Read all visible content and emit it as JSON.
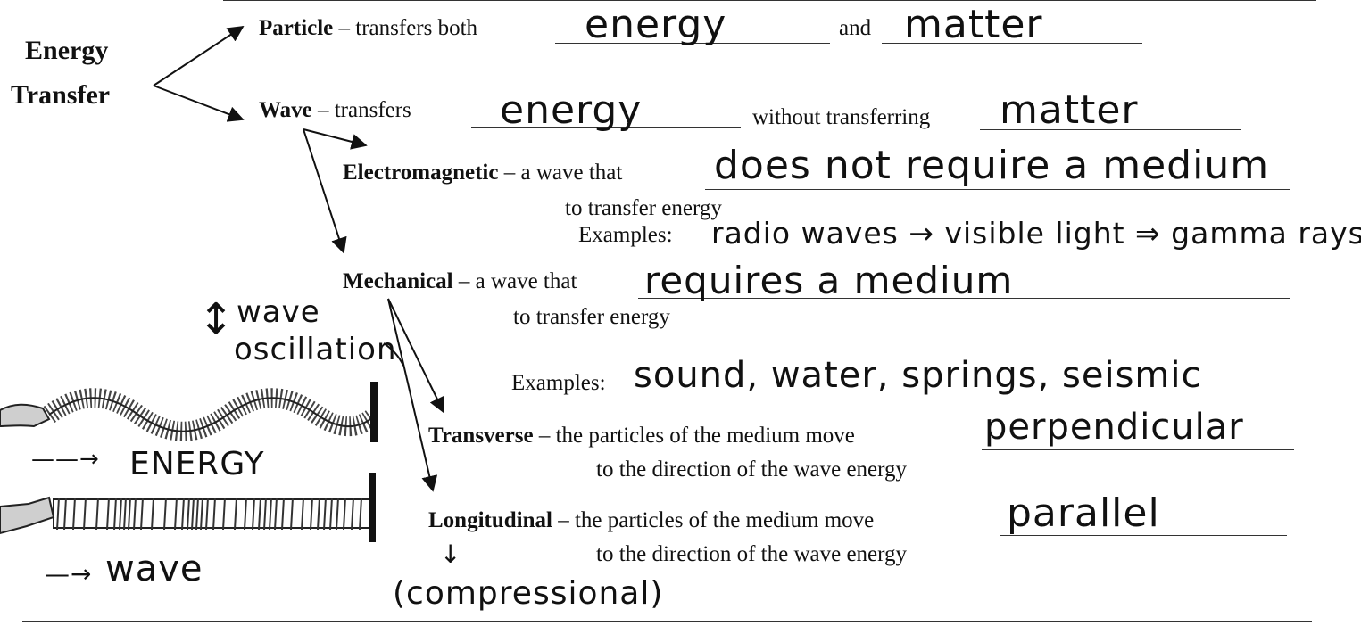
{
  "root": {
    "line1": "Energy",
    "line2": "Transfer"
  },
  "particle": {
    "term": "Particle",
    "text": " – transfers both",
    "and": "and",
    "answer1": "energy",
    "answer2": "matter"
  },
  "wave": {
    "term": "Wave",
    "text": " – transfers",
    "without": "without transferring",
    "answer1": "energy",
    "answer2": "matter"
  },
  "electromagnetic": {
    "term": "Electromagnetic",
    "text": " – a wave that",
    "answer": "does not require a medium",
    "line2": "to transfer energy",
    "examples_label": "Examples:",
    "examples_answer": "radio waves → visible light ⇒ gamma rays"
  },
  "mechanical": {
    "term": "Mechanical",
    "text": " – a wave that",
    "answer": "requires a medium",
    "line2": "to transfer energy",
    "examples_label": "Examples:",
    "examples_answer": "sound, water, springs, seismic"
  },
  "transverse": {
    "term": "Transverse",
    "text": " – the particles of the medium move",
    "line2": "to the direction of the wave energy",
    "answer": "perpendicular"
  },
  "longitudinal": {
    "term": "Longitudinal",
    "text": " – the particles of the medium move",
    "line2": "to the direction of the wave energy",
    "answer": "parallel",
    "note_arrow": "↓",
    "note": "(compressional)"
  },
  "annotations": {
    "updown_arrow": "↕",
    "wave_oscillation_1": "wave",
    "wave_oscillation_2": "oscillation",
    "energy_arrow": "——→",
    "energy": "ENERGY",
    "wave_arrow": "—→",
    "wave": "wave"
  },
  "colors": {
    "ink": "#111111",
    "line": "#333333"
  }
}
